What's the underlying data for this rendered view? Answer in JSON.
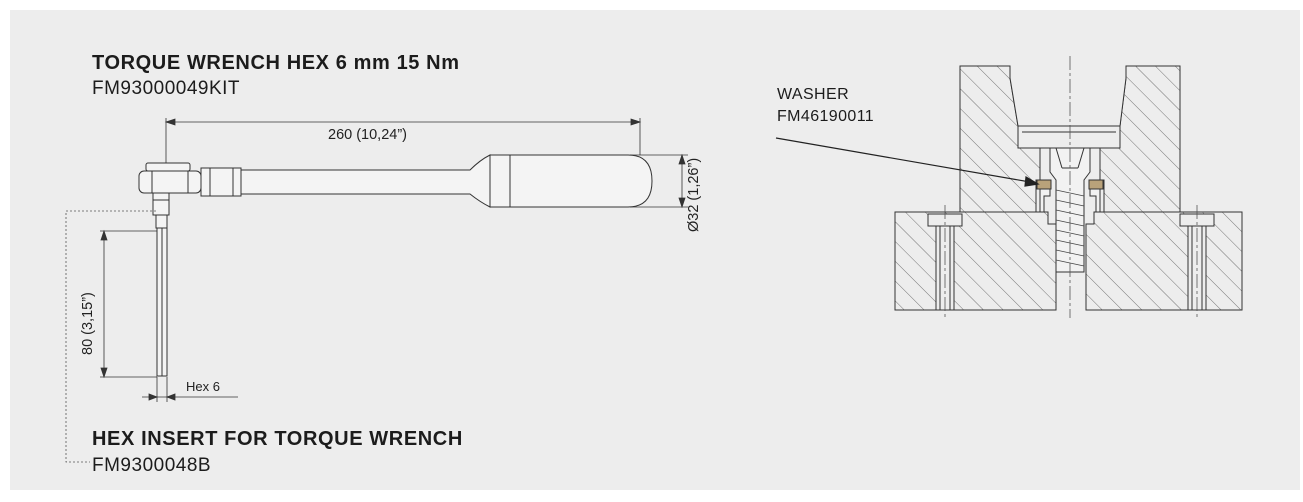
{
  "wrench": {
    "title": "TORQUE WRENCH HEX 6 mm 15 Nm",
    "code": "FM93000049KIT",
    "length_dim": "260 (10,24”)",
    "diameter_dim": "Ø32 (1,26”)"
  },
  "insert": {
    "title": "HEX INSERT FOR TORQUE WRENCH",
    "code": "FM9300048B",
    "length_dim": "80 (3,15”)",
    "hex_dim": "Hex 6"
  },
  "section": {
    "washer_label": "WASHER",
    "washer_code": "FM46190011",
    "washer_color": "#b9a27a"
  }
}
